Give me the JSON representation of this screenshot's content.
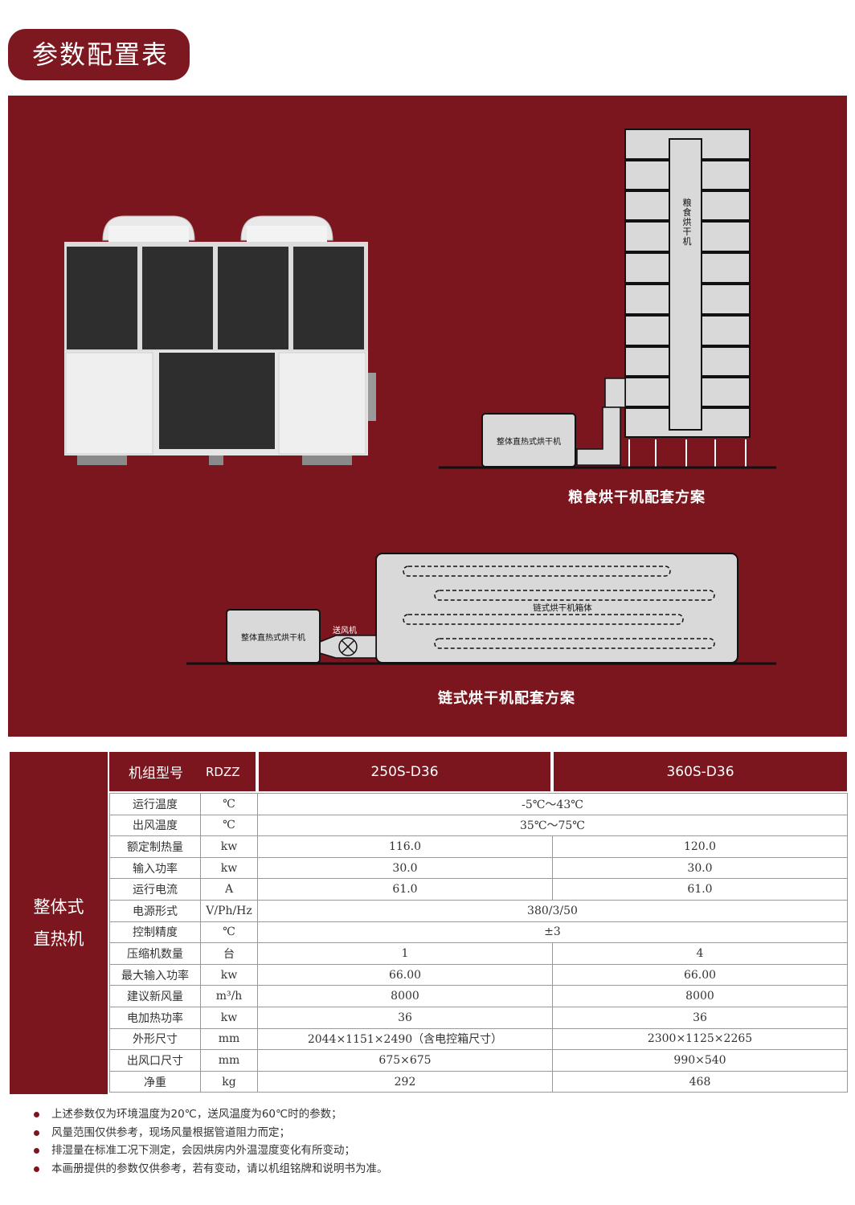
{
  "header": {
    "title": "参数配置表"
  },
  "diagram": {
    "grain_tower_label": "粮食烘干机",
    "grain_unit_label": "整体直热式烘干机",
    "grain_caption": "粮食烘干机配套方案",
    "chain_unit_label": "整体直热式烘干机",
    "chain_fan_label": "送风机",
    "chain_box_label": "链式烘干机箱体",
    "chain_caption": "链式烘干机配套方案"
  },
  "table": {
    "side_label_line1": "整体式",
    "side_label_line2": "直热机",
    "header_model": "机组型号",
    "header_series": "RDZZ",
    "header_col1": "250S-D36",
    "header_col2": "360S-D36",
    "rows": [
      {
        "name": "运行温度",
        "unit": "℃",
        "merged": true,
        "v": "-5℃～43℃"
      },
      {
        "name": "出风温度",
        "unit": "℃",
        "merged": true,
        "v": "35℃～75℃"
      },
      {
        "name": "额定制热量",
        "unit": "kw",
        "v1": "116.0",
        "v2": "120.0"
      },
      {
        "name": "输入功率",
        "unit": "kw",
        "v1": "30.0",
        "v2": "30.0"
      },
      {
        "name": "运行电流",
        "unit": "A",
        "v1": "61.0",
        "v2": "61.0"
      },
      {
        "name": "电源形式",
        "unit": "V/Ph/Hz",
        "merged": true,
        "v": "380/3/50"
      },
      {
        "name": "控制精度",
        "unit": "℃",
        "merged": true,
        "v": "±3"
      },
      {
        "name": "压缩机数量",
        "unit": "台",
        "v1": "1",
        "v2": "4"
      },
      {
        "name": "最大输入功率",
        "unit": "kw",
        "v1": "66.00",
        "v2": "66.00"
      },
      {
        "name": "建议新风量",
        "unit": "m³/h",
        "v1": "8000",
        "v2": "8000"
      },
      {
        "name": "电加热功率",
        "unit": "kw",
        "v1": "36",
        "v2": "36"
      },
      {
        "name": "外形尺寸",
        "unit": "mm",
        "v1": "2044×1151×2490（含电控箱尺寸）",
        "v2": "2300×1125×2265"
      },
      {
        "name": "出风口尺寸",
        "unit": "mm",
        "v1": "675×675",
        "v2": "990×540"
      },
      {
        "name": "净重",
        "unit": "kg",
        "v1": "292",
        "v2": "468"
      }
    ]
  },
  "notes": [
    "上述参数仅为环境温度为20℃，送风温度为60℃时的参数；",
    "风量范围仅供参考，现场风量根据管道阻力而定；",
    "排湿量在标准工况下测定，会因烘房内外温湿度变化有所变动；",
    "本画册提供的参数仅供参考，若有变动，请以机组铭牌和说明书为准。"
  ],
  "colors": {
    "brand": "#7b151e",
    "panel_fill": "#d9d9d9"
  }
}
